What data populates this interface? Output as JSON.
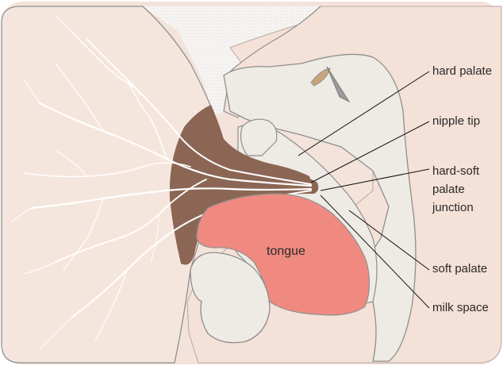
{
  "labels": {
    "tongue": "tongue",
    "hard_palate": "hard palate",
    "nipple_tip": "nipple tip",
    "hard_soft_palate_junction": "hard-soft palate junction",
    "soft_palate": "soft palate",
    "milk_space": "milk space"
  },
  "colors": {
    "panel_background": "#f3e3da",
    "breast_skin": "#f5e6dd",
    "infant_face": "#f4e1d7",
    "oral_cavity": "#eeeae4",
    "areola": "#8c6654",
    "tongue": "#f08a80",
    "milk_ducts": "#ffffff",
    "outline": "#8f8f8f",
    "leader_lines": "#111111",
    "label_text": "#2a2a2a"
  }
}
